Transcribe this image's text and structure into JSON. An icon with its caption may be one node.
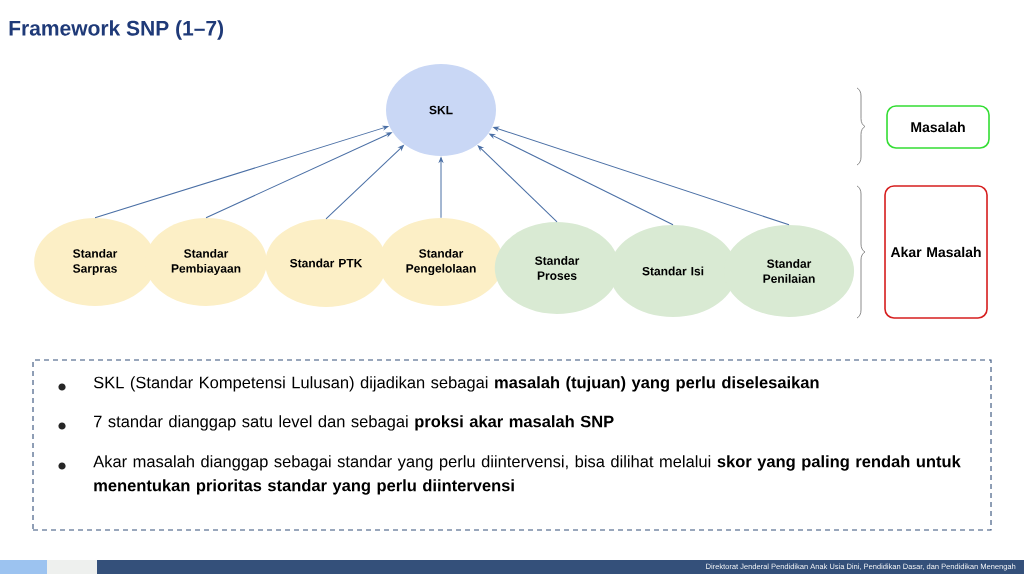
{
  "diagram": {
    "title": "Framework SNP (1–7)",
    "nodes": [
      {
        "text": [
          "SKL"
        ]
      },
      {
        "text": [
          "Standar Sarpras"
        ]
      },
      {
        "text": [
          "Standar Pembiayaan"
        ]
      },
      {
        "text": [
          "Standar PTK"
        ]
      },
      {
        "text": [
          "Standar Pengelolaan"
        ]
      },
      {
        "text": [
          "Standar Proses"
        ]
      },
      {
        "text": [
          "Standar Isi"
        ]
      },
      {
        "text": [
          "Standar Penilaian"
        ]
      },
      {
        "text": [
          "Masalah"
        ]
      },
      {
        "text": [
          "Akar Masalah"
        ]
      },
      {
        "text": [
          "SKL (Standar Kompetensi Lulusan) dijadikan sebagai **masalah (tujuan) yang perlu diselesaikan**",
          "7 standar dianggap satu level dan sebagai **proksi akar masalah SNP**",
          "Akar masalah dianggap sebagai standar yang perlu diintervensi, bisa dilihat melalui **skor yang paling rendah untuk menentukan prioritas standar yang perlu diintervensi**"
        ]
      }
    ],
    "edges": [
      {
        "from": 1,
        "to": 0,
        "arrow": "to"
      },
      {
        "from": 2,
        "to": 0,
        "arrow": "to"
      },
      {
        "from": 3,
        "to": 0,
        "arrow": "to"
      },
      {
        "from": 4,
        "to": 0,
        "arrow": "to"
      },
      {
        "from": 5,
        "to": 0,
        "arrow": "to"
      },
      {
        "from": 6,
        "to": 0,
        "arrow": "to"
      },
      {
        "from": 7,
        "to": 0,
        "arrow": "to"
      }
    ],
    "labels": [
      "Direktorat Jenderal Pendidikan Anak Usia Dini, Pendidikan Dasar, dan Pendidikan Menengah"
    ]
  }
}
